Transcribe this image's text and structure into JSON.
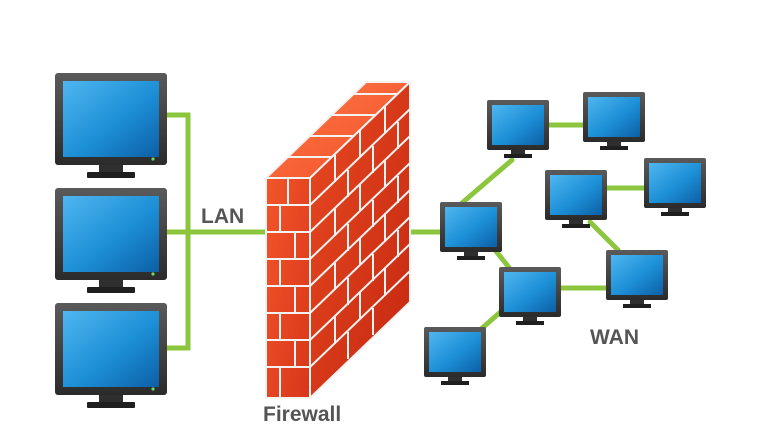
{
  "labels": {
    "lan": "LAN",
    "wan": "WAN",
    "firewall": "Firewall"
  },
  "colors": {
    "link": "#8cc63f",
    "brick": "#e8401c",
    "mortar": "#f3f3f3",
    "screen": "#1c8fd6",
    "monitor_frame": "#3a3a3a",
    "label_text": "#555555"
  },
  "nodes": {
    "lan_computers": [
      "lan-monitor-1",
      "lan-monitor-2",
      "lan-monitor-3"
    ],
    "wan_computers": [
      "wan-monitor-1",
      "wan-monitor-2",
      "wan-monitor-3",
      "wan-monitor-4",
      "wan-monitor-5",
      "wan-monitor-6",
      "wan-monitor-7",
      "wan-monitor-8"
    ]
  }
}
